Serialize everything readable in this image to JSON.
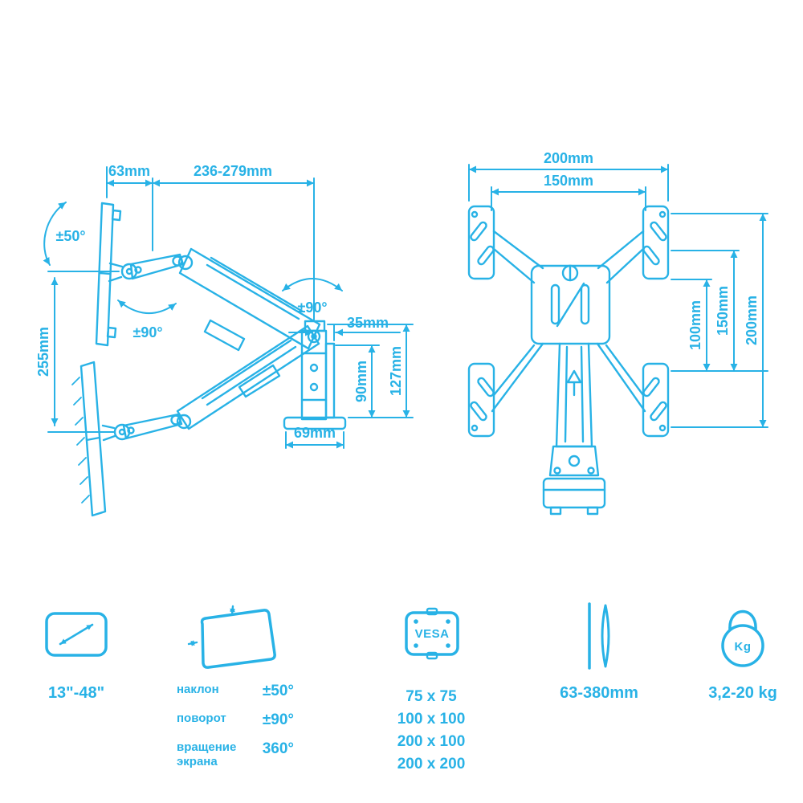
{
  "colors": {
    "accent": "#28b2e6"
  },
  "side_view": {
    "dim_63": "63mm",
    "dim_236_279": "236-279mm",
    "tilt": "±50°",
    "swivel_left": "±90°",
    "swivel_right": "±90°",
    "dim_255": "255mm",
    "dim_35": "35mm",
    "dim_90": "90mm",
    "dim_127": "127mm",
    "dim_69": "69mm"
  },
  "rear_view": {
    "dim_200_top": "200mm",
    "dim_150_top": "150mm",
    "dim_100_right": "100mm",
    "dim_150_right": "150mm",
    "dim_200_right": "200mm"
  },
  "specs": {
    "screen_size": {
      "label": "13\"-48\""
    },
    "rotation": {
      "rows": [
        {
          "name": "наклон",
          "value": "±50°"
        },
        {
          "name": "поворот",
          "value": "±90°"
        },
        {
          "name": "вращение экрана",
          "value": "360°"
        }
      ]
    },
    "vesa": {
      "icon_label": "VESA",
      "sizes": [
        "75 x 75",
        "100 x 100",
        "200 x 100",
        "200 x 200"
      ]
    },
    "wall_distance": {
      "label": "63-380mm"
    },
    "weight": {
      "icon_label": "Kg",
      "label": "3,2-20 kg"
    }
  }
}
